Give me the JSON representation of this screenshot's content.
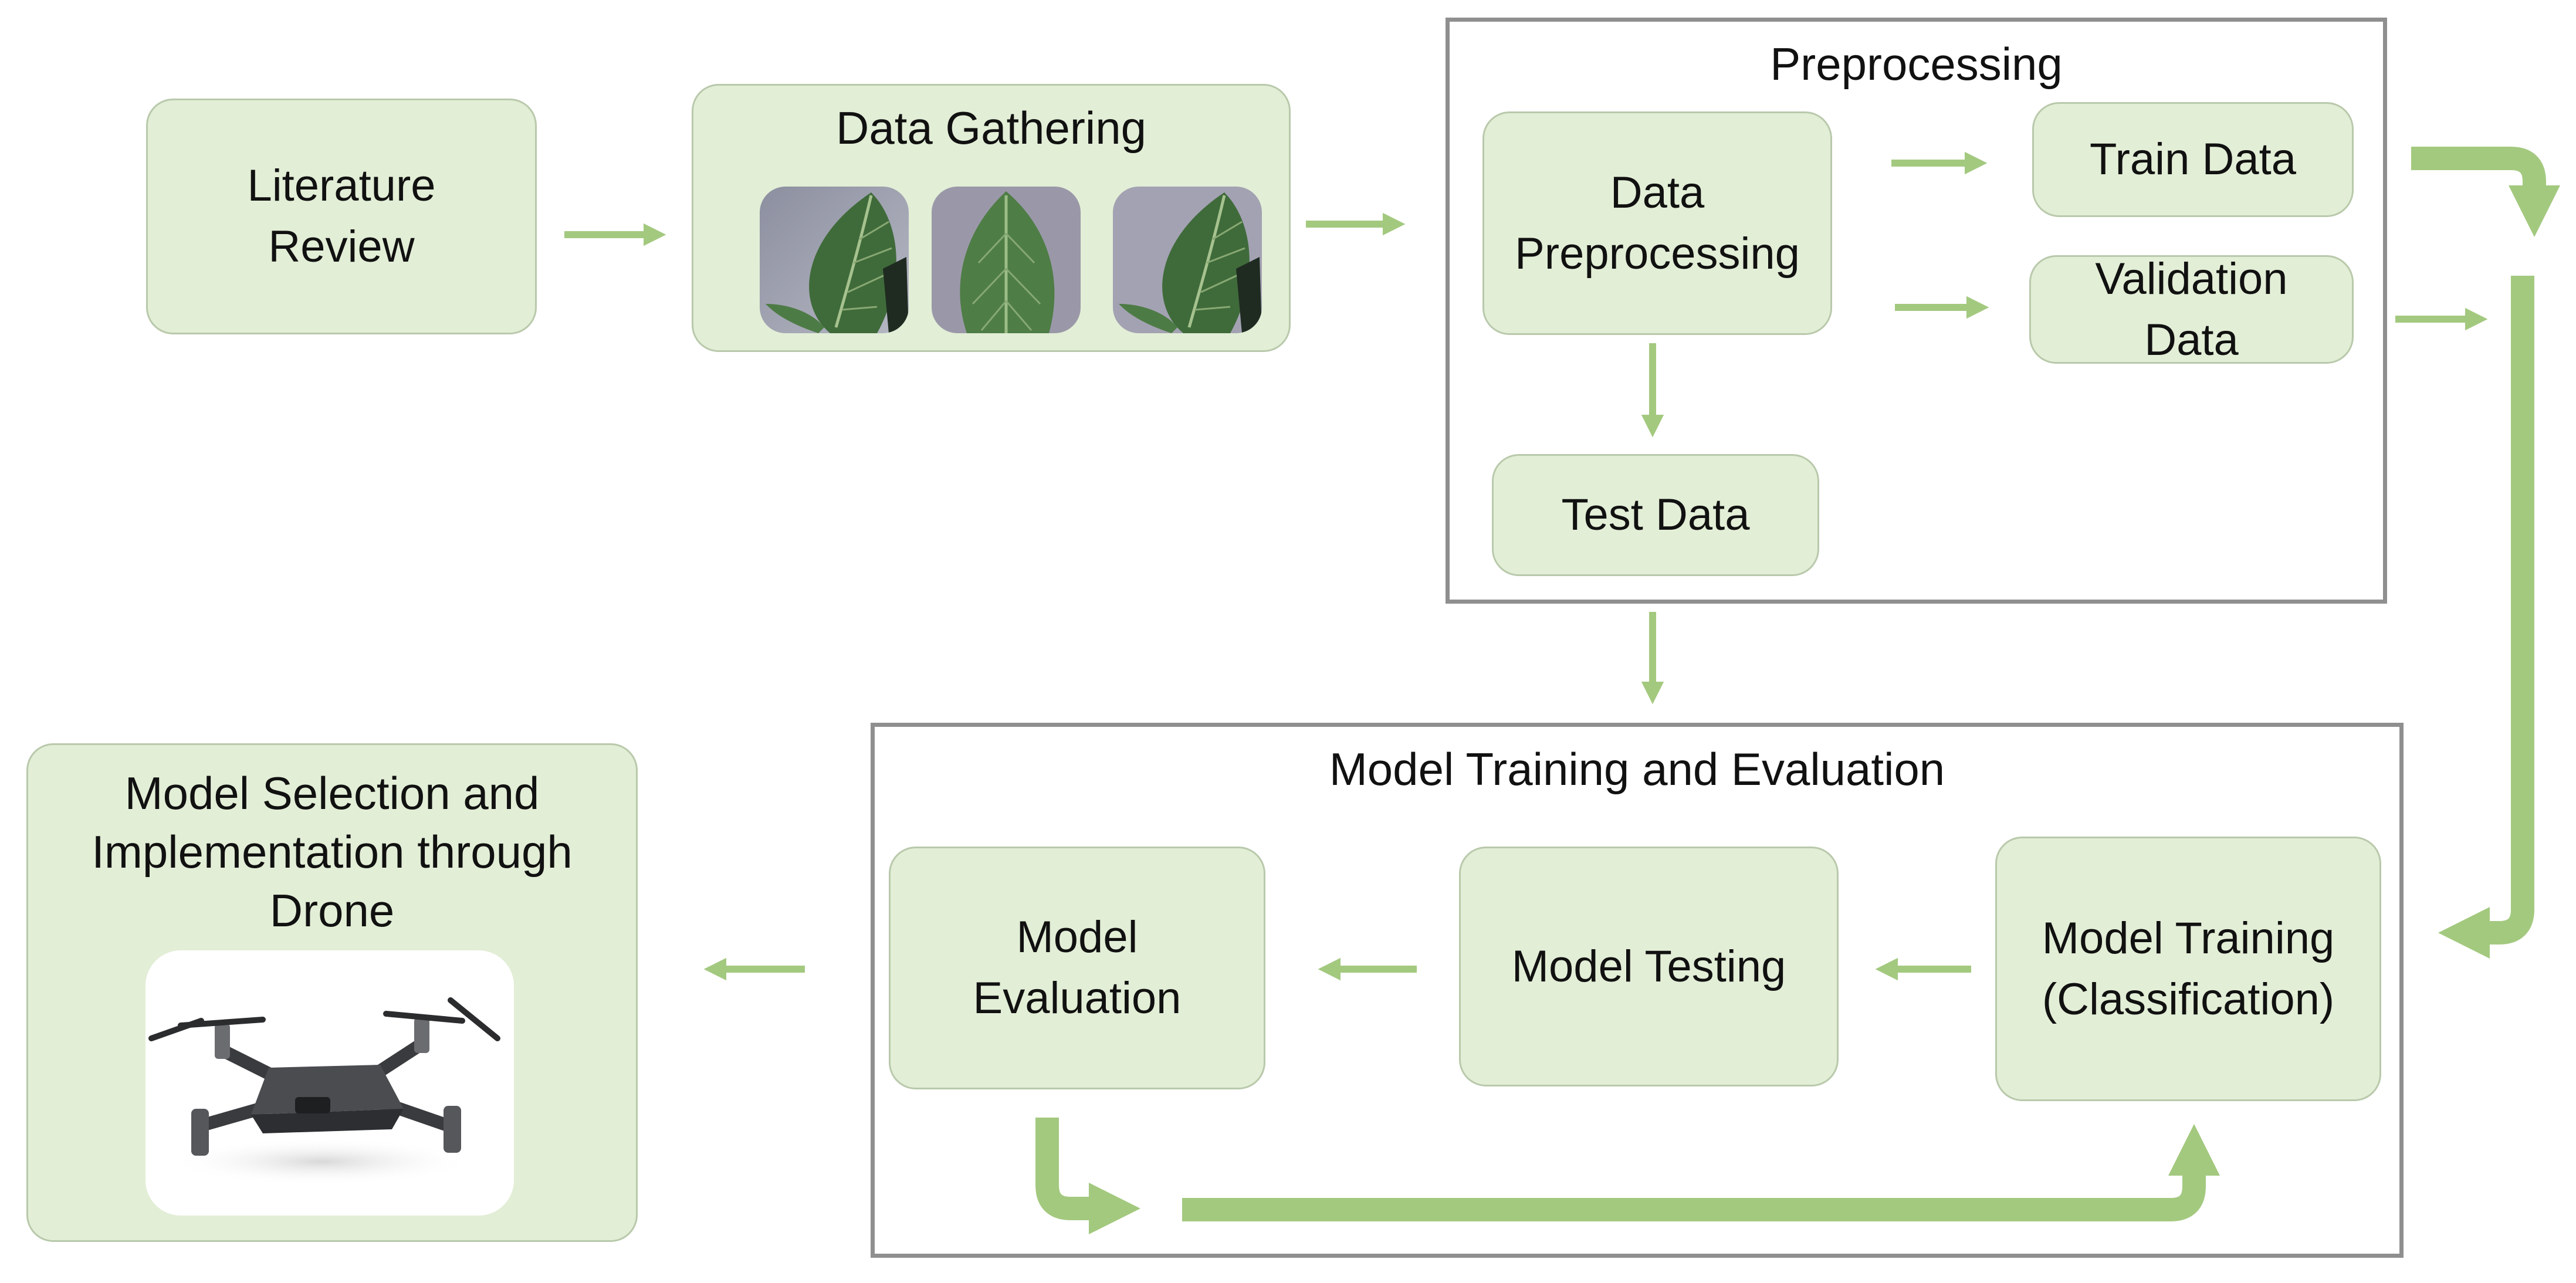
{
  "colors": {
    "box_fill": "#e2eed6",
    "box_border": "#b9c9ab",
    "arrow": "#a3c97f",
    "frame": "#8f8f8f"
  },
  "nodes": {
    "literature_review": "Literature\nReview",
    "data_gathering": "Data Gathering",
    "data_preprocessing": "Data\nPreprocessing",
    "train_data": "Train Data",
    "validation_data": "Validation\nData",
    "test_data": "Test Data",
    "model_training": "Model Training\n(Classification)",
    "model_testing": "Model Testing",
    "model_evaluation": "Model\nEvaluation",
    "model_selection": "Model Selection and\nImplementation through\nDrone"
  },
  "groups": {
    "preprocessing": "Preprocessing",
    "model_training_evaluation": "Model Training and Evaluation"
  },
  "images": {
    "leaf_samples": [
      "tomato-leaf-photo",
      "tomato-leaf-photo",
      "tomato-leaf-photo"
    ],
    "drone": "quadcopter-drone-photo"
  }
}
